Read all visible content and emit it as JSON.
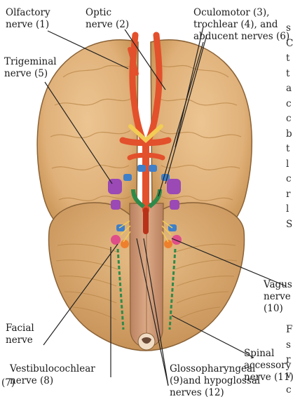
{
  "labels": {
    "olfactory": [
      "Olfactory",
      "nerve (1)"
    ],
    "optic": [
      "Optic",
      "nerve (2)"
    ],
    "oculomotor": [
      "Oculomotor (3),",
      "trochlear (4), and",
      "abducent nerves (6)"
    ],
    "trigeminal": [
      "Trigeminal",
      "nerve (5)"
    ],
    "vagus": [
      "Vagus",
      "nerve",
      "(10)"
    ],
    "spinal": [
      "Spinal",
      "accessory",
      "nerve (11)"
    ],
    "facial": [
      "Facial",
      "nerve"
    ],
    "glosso": [
      "Glossopharyngeal",
      "(9)and hypoglossal",
      "nerves (12)"
    ],
    "vestibulo": [
      "Vestibulocochlear",
      "nerve (8)"
    ],
    "seven": "(7)"
  },
  "edge_text": [
    "s",
    "C",
    "t",
    "t",
    "a",
    "c",
    "c",
    "b",
    "t",
    "l",
    "c",
    "r",
    "l",
    "S",
    "",
    "",
    "",
    "",
    "",
    "",
    "F",
    "s",
    "r",
    "v",
    "c"
  ],
  "colors": {
    "brain": "#e2b47c",
    "brain_shadow": "#b98647",
    "brain_outline": "#8a6236",
    "cerebellum": "#d8aa72",
    "artery": "#e3502c",
    "artery_dark": "#b8321a",
    "cranial_nerve_yellow": "#f2cc55",
    "nerve_green": "#2e8a4a",
    "nerve_blue": "#3e7fc9",
    "nerve_purple": "#9a49b5",
    "nerve_pink": "#e04e8a",
    "nerve_orange": "#ee7f2c",
    "brainstem": "#cf9a74",
    "leader_line": "#222222"
  }
}
